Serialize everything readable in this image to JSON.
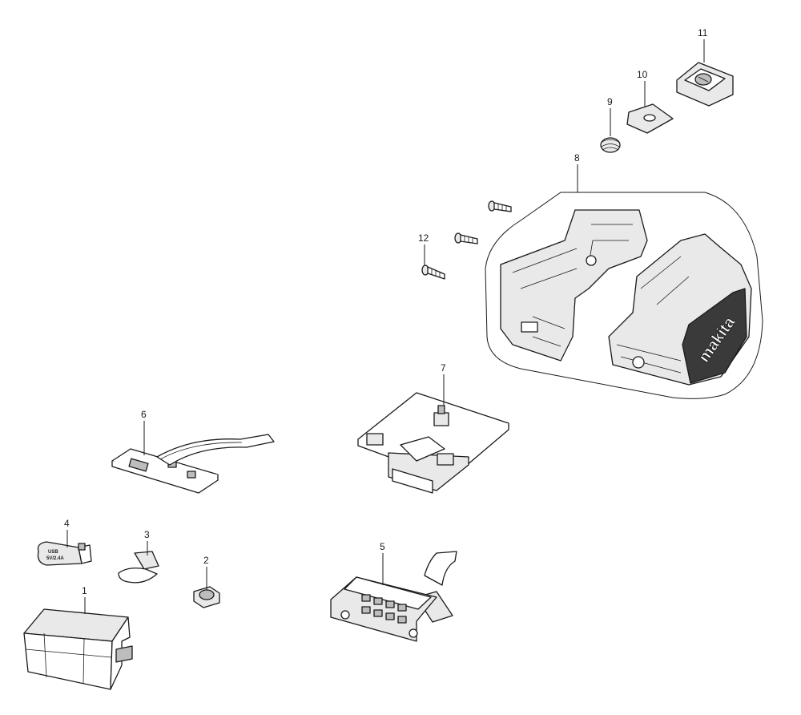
{
  "parts": [
    {
      "id": "part-1",
      "label": "1"
    },
    {
      "id": "part-2",
      "label": "2"
    },
    {
      "id": "part-3",
      "label": "3"
    },
    {
      "id": "part-4",
      "label": "4"
    },
    {
      "id": "part-5",
      "label": "5"
    },
    {
      "id": "part-6",
      "label": "6"
    },
    {
      "id": "part-7",
      "label": "7"
    },
    {
      "id": "part-8",
      "label": "8"
    },
    {
      "id": "part-9",
      "label": "9"
    },
    {
      "id": "part-10",
      "label": "10"
    },
    {
      "id": "part-11",
      "label": "11"
    },
    {
      "id": "part-12",
      "label": "12"
    }
  ],
  "markings": {
    "brand": "makita",
    "usb_line1": "USB",
    "usb_line2": "5V/2.4A"
  }
}
